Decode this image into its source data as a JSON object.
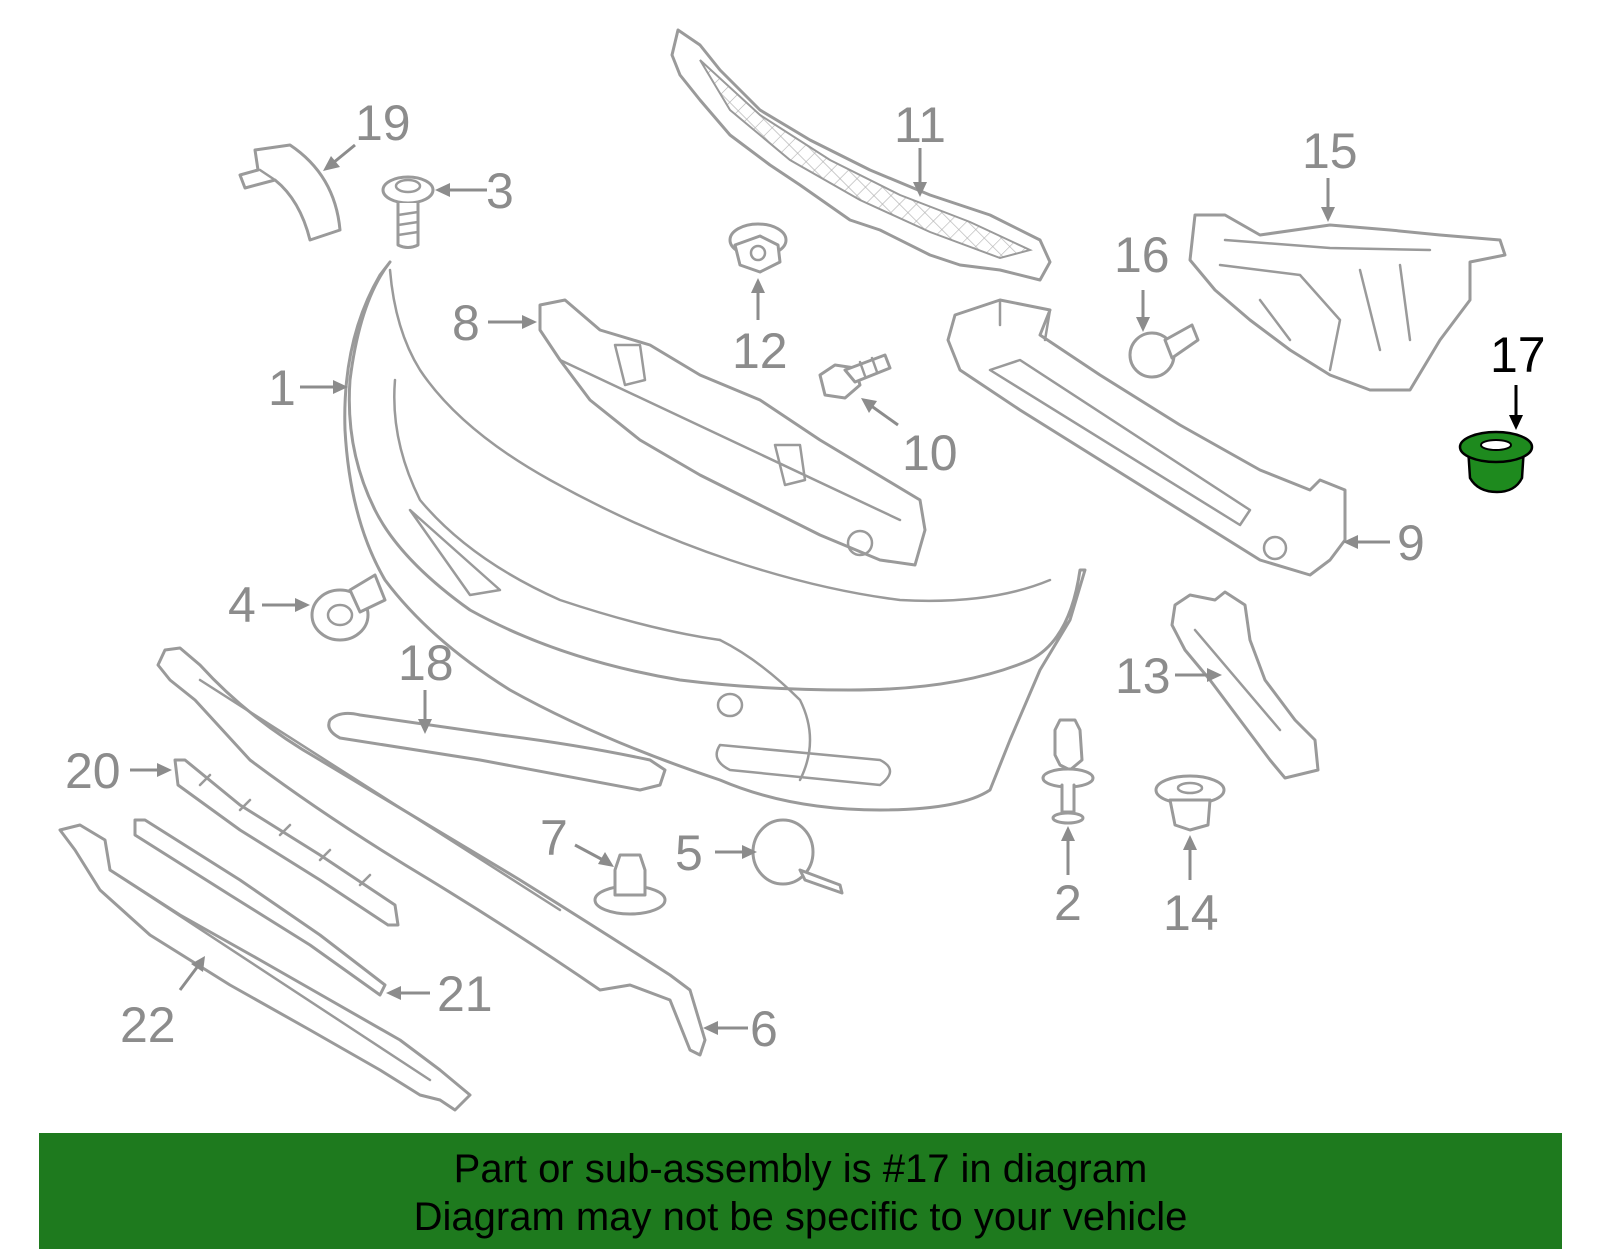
{
  "diagram": {
    "highlighted_part": "17",
    "highlight_color": "#1e8a1e",
    "part_stroke_color": "#9a9a9a",
    "callouts": [
      "1",
      "2",
      "3",
      "4",
      "5",
      "6",
      "7",
      "8",
      "9",
      "10",
      "11",
      "12",
      "13",
      "14",
      "15",
      "16",
      "17",
      "18",
      "19",
      "20",
      "21",
      "22"
    ]
  },
  "banner": {
    "line1": "Part or sub-assembly is #17 in diagram",
    "line2": "Diagram may not be specific to your vehicle",
    "background_color": "#1e7a1e"
  }
}
